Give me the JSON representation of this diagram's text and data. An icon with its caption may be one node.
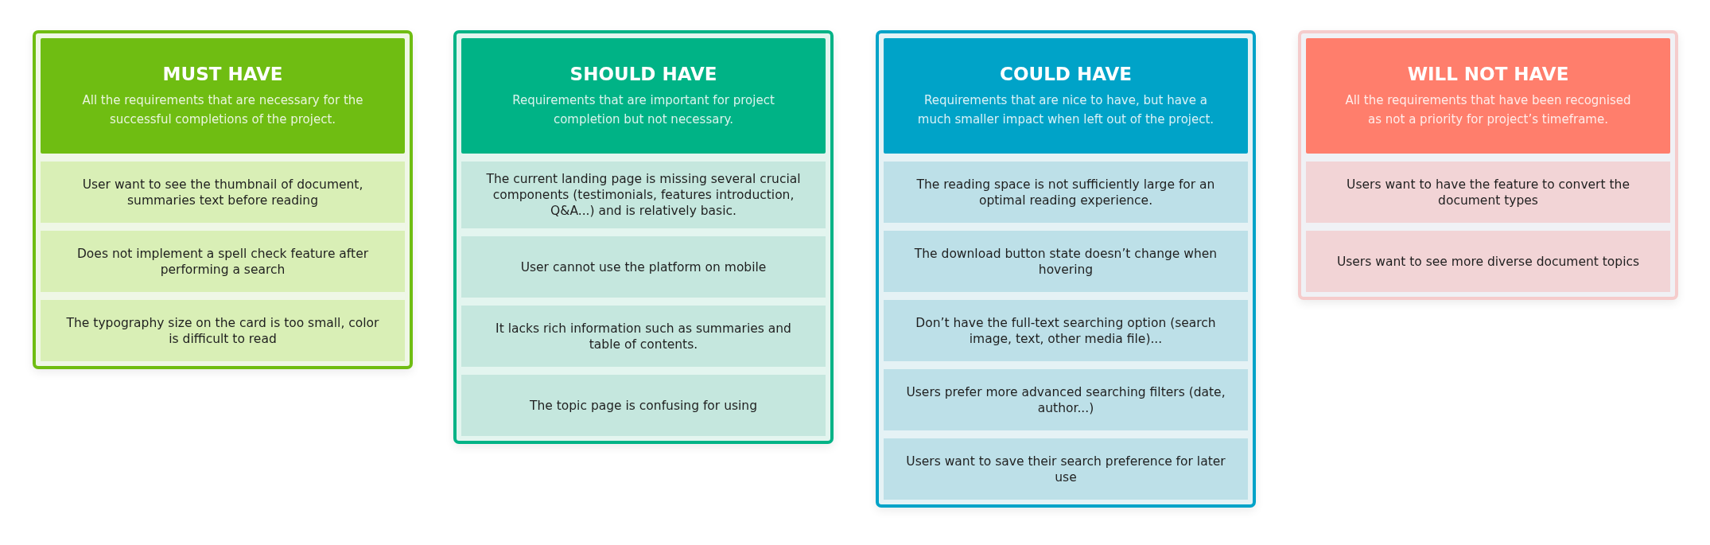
{
  "diagram": {
    "nodes": [
      {
        "text": [],
        "shape": "box"
      },
      {
        "text": [
          "MUST HAVE",
          "All the requirements that are necessary for the successful completions of the project."
        ],
        "in": 0
      },
      {
        "text": [
          "User want to see the thumbnail of document, summaries text before reading"
        ],
        "in": 0
      },
      {
        "text": [
          "Does not implement a spell check feature after performing a search"
        ],
        "in": 0
      },
      {
        "text": [
          "The typography size on the card is too small, color is difficult to read"
        ],
        "in": 0
      },
      {
        "text": [],
        "shape": "box"
      },
      {
        "text": [
          "SHOULD HAVE",
          "Requirements that are important for project completion but not necessary."
        ],
        "in": 5
      },
      {
        "text": [
          "The current landing page is missing several crucial components (testimonials, features introduction, Q&A...) and is relatively basic."
        ],
        "in": 5
      },
      {
        "text": [
          "User cannot use the platform on mobile"
        ],
        "in": 5
      },
      {
        "text": [
          "It lacks rich information such as summaries and table of contents."
        ],
        "in": 5
      },
      {
        "text": [
          "The topic page is confusing for using"
        ],
        "in": 5
      },
      {
        "text": [],
        "shape": "box"
      },
      {
        "text": [
          "COULD HAVE",
          "Requirements that are nice to have, but have a much smaller impact when left out of the project."
        ],
        "in": 11
      },
      {
        "text": [
          "The reading space is not sufficiently large for an optimal reading experience."
        ],
        "in": 11
      },
      {
        "text": [
          "The download button state doesn’t change when hovering"
        ],
        "in": 11
      },
      {
        "text": [
          "Don’t have the full-text searching option (search image, text, other media file)..."
        ],
        "in": 11
      },
      {
        "text": [
          "Users prefer more advanced searching filters (date, author...)"
        ],
        "in": 11
      },
      {
        "text": [
          "Users want to save their search preference for later use"
        ],
        "in": 11
      },
      {
        "text": [],
        "shape": "box"
      },
      {
        "text": [
          "WILL NOT HAVE",
          "All the requirements that have been recognised as not a priority for project’s timeframe."
        ],
        "in": 18
      },
      {
        "text": [
          "Users want to have the feature to convert the document types"
        ],
        "in": 18
      },
      {
        "text": [
          "Users want to see more diverse document topics"
        ],
        "in": 18
      }
    ]
  }
}
